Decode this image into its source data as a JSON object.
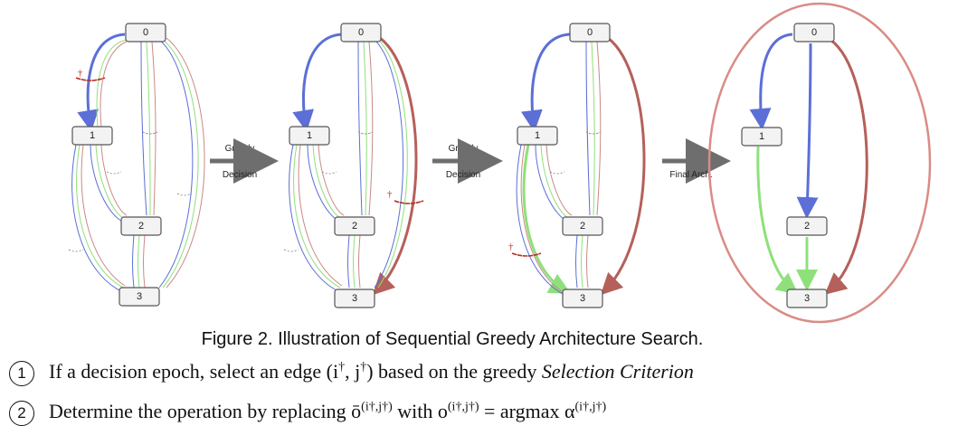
{
  "figure": {
    "panels": [
      {
        "nodes": [
          "0",
          "1",
          "2",
          "3"
        ]
      },
      {
        "nodes": [
          "0",
          "1",
          "2",
          "3"
        ]
      },
      {
        "nodes": [
          "0",
          "1",
          "2",
          "3"
        ]
      },
      {
        "nodes": [
          "0",
          "1",
          "2",
          "3"
        ]
      }
    ],
    "arrows": [
      {
        "line1": "Greedy",
        "line2": "Decision"
      },
      {
        "line1": "Greedy",
        "line2": "Decision"
      },
      {
        "line1": "...",
        "line2": "Final Arch."
      }
    ],
    "dagger_mark": "†"
  },
  "caption": "Figure 2. Illustration of Sequential Greedy Architecture Search.",
  "steps": [
    {
      "num": "1",
      "text_prefix": "If a decision epoch, select an edge (i",
      "sup1": "†",
      "mid": ", j",
      "sup2": "†",
      "text_suffix": ") based on the greedy ",
      "italic": "Selection Criterion"
    },
    {
      "num": "2",
      "text": "Determine the operation by replacing ō",
      "sup": "(i†,j†)",
      "text2": " with o",
      "sup_b": "(i†,j†)",
      "text3": " = argmax",
      "text4": "   α",
      "sup_c": "(i†,j†)"
    }
  ],
  "colors": {
    "blue": "#5b6fd6",
    "green": "#8fe07a",
    "red": "#b5605a",
    "thin_red": "#c98a84",
    "dashed": "#999999",
    "ring": "#d98c86",
    "arrow": "#6e6e6e"
  }
}
